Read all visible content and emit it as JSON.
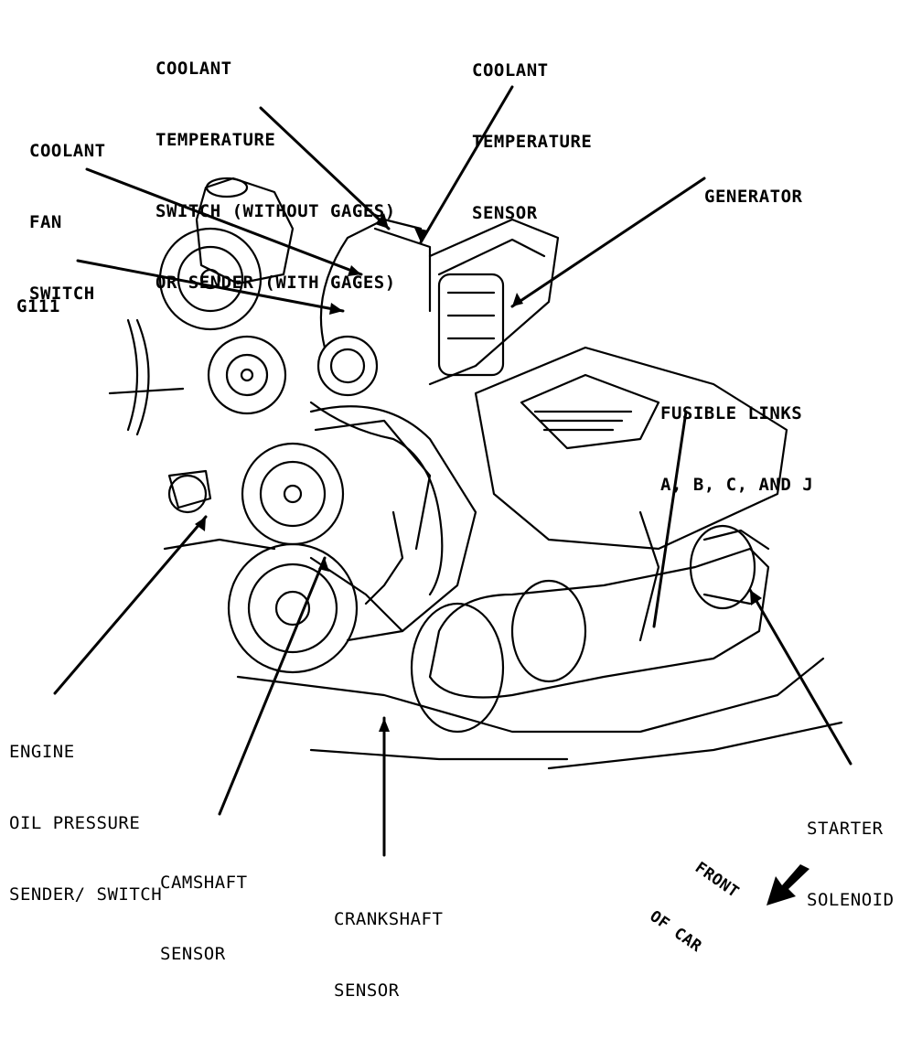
{
  "diagram": {
    "labels": {
      "coolant_temp_switch": [
        "COOLANT",
        "TEMPERATURE",
        "SWITCH (WITHOUT GAGES)",
        "OR SENDER (WITH GAGES)"
      ],
      "coolant_temp_sensor": [
        "COOLANT",
        "TEMPERATURE",
        "SENSOR"
      ],
      "coolant_fan_switch": [
        "COOLANT",
        "FAN",
        "SWITCH"
      ],
      "generator": [
        "GENERATOR"
      ],
      "g111": [
        "G111"
      ],
      "fusible_links": [
        "FUSIBLE LINKS",
        "A, B, C, AND J"
      ],
      "engine_oil_pressure": [
        "ENGINE",
        "OIL PRESSURE",
        "SENDER/ SWITCH"
      ],
      "starter_solenoid": [
        "STARTER",
        "SOLENOID"
      ],
      "camshaft_sensor": [
        "CAMSHAFT",
        "SENSOR"
      ],
      "crankshaft_sensor": [
        "CRANKSHAFT",
        "SENSOR"
      ],
      "front_of_car": [
        "FRONT",
        "OF CAR"
      ]
    }
  }
}
